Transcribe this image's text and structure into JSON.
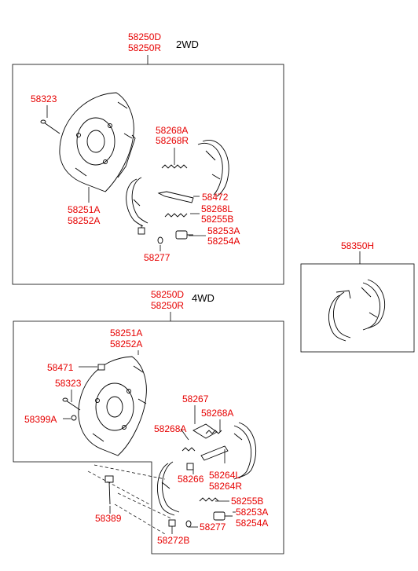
{
  "colors": {
    "label": "#e60000",
    "line": "#000000",
    "background": "#ffffff"
  },
  "section_2wd": {
    "assembly_code_1": "58250D",
    "assembly_code_2": "58250R",
    "drive_type": "2WD",
    "labels": {
      "bolt": "58323",
      "spring_a": "58268A",
      "spring_r": "58268R",
      "backing_plate_a": "58251A",
      "backing_plate_b": "58252A",
      "adjuster": "58472",
      "spring_l": "58268L",
      "spring_b": "58255B",
      "cylinder_a": "58253A",
      "cylinder_b": "58254A",
      "nipple": "58277"
    }
  },
  "section_shoe": {
    "code": "58350H"
  },
  "section_4wd": {
    "assembly_code_1": "58250D",
    "assembly_code_2": "58250R",
    "drive_type": "4WD",
    "labels": {
      "backing_plate_a": "58251A",
      "backing_plate_b": "58252A",
      "nut": "58471",
      "bolt": "58323",
      "washer": "58399A",
      "lever": "58267",
      "spring_a_right": "58268A",
      "spring_a_left": "58268A",
      "pin": "58266",
      "spring_l": "58264L",
      "spring_r": "58264R",
      "spring_b": "58255B",
      "cylinder_a": "58253A",
      "cylinder_b": "58254A",
      "hub_bolt": "58389",
      "nipple": "58277",
      "nut_b": "58272B"
    }
  }
}
